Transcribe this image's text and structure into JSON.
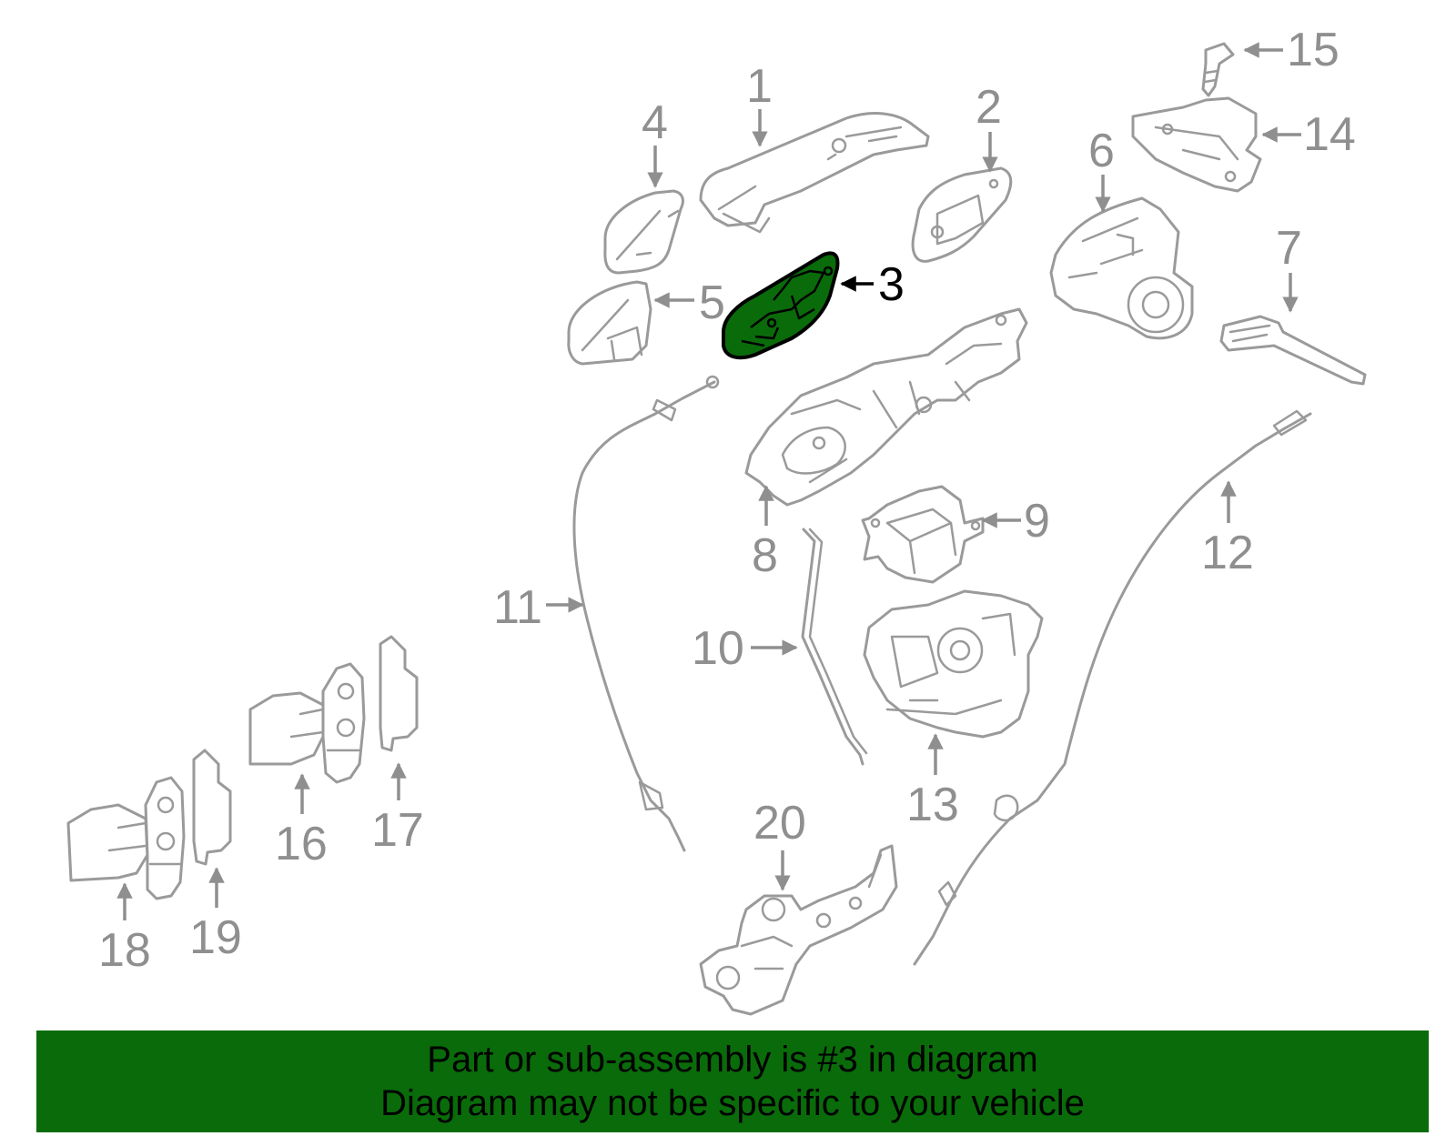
{
  "diagram": {
    "highlight_color": "#0a6b0a",
    "part_line_color": "#9a9a9a",
    "highlighted_part": "3",
    "callouts": [
      {
        "id": "p1",
        "label": "1"
      },
      {
        "id": "p2",
        "label": "2"
      },
      {
        "id": "p3",
        "label": "3"
      },
      {
        "id": "p4",
        "label": "4"
      },
      {
        "id": "p5",
        "label": "5"
      },
      {
        "id": "p6",
        "label": "6"
      },
      {
        "id": "p7",
        "label": "7"
      },
      {
        "id": "p8",
        "label": "8"
      },
      {
        "id": "p9",
        "label": "9"
      },
      {
        "id": "p10",
        "label": "10"
      },
      {
        "id": "p11",
        "label": "11"
      },
      {
        "id": "p12",
        "label": "12"
      },
      {
        "id": "p13",
        "label": "13"
      },
      {
        "id": "p14",
        "label": "14"
      },
      {
        "id": "p15",
        "label": "15"
      },
      {
        "id": "p16",
        "label": "16"
      },
      {
        "id": "p17",
        "label": "17"
      },
      {
        "id": "p18",
        "label": "18"
      },
      {
        "id": "p19",
        "label": "19"
      },
      {
        "id": "p20",
        "label": "20"
      }
    ]
  },
  "banner": {
    "line1": "Part or sub-assembly is #3 in diagram",
    "line2": "Diagram may not be specific to your vehicle",
    "background": "#0a6b0a"
  }
}
